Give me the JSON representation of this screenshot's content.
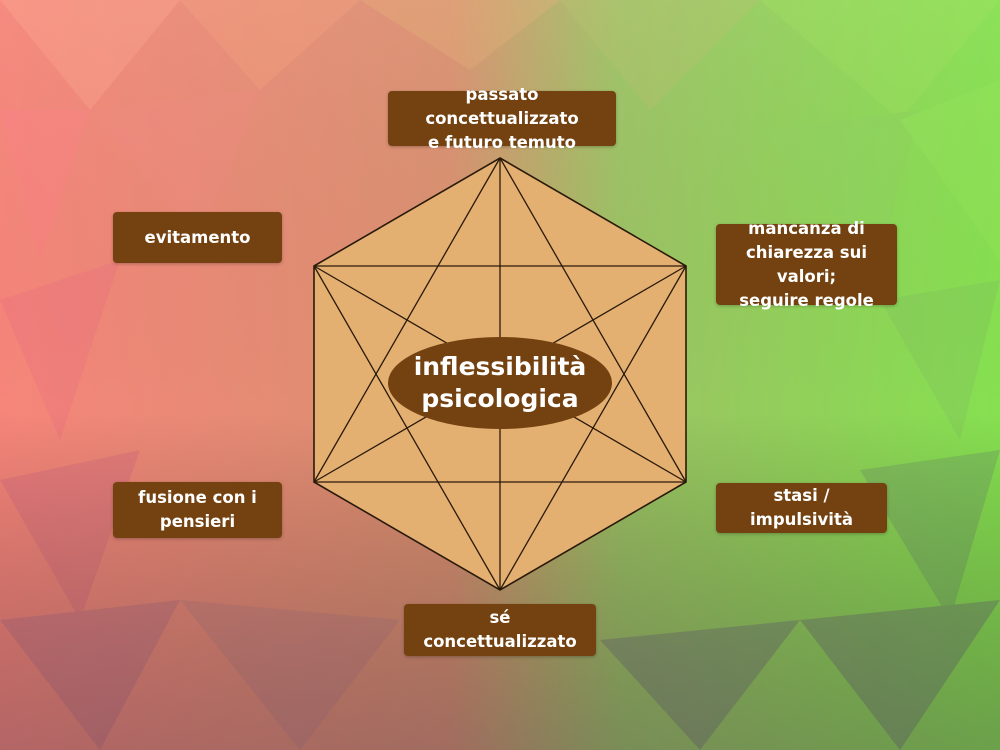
{
  "colors": {
    "hexagon_fill": "#e4b072",
    "hexagon_stroke": "#2a1a0a",
    "box_fill": "#744211",
    "center_fill": "#744211",
    "text": "#ffffff"
  },
  "center": {
    "line1": "inflessibilità",
    "line2": "psicologica"
  },
  "processes": {
    "top": {
      "line1": "passato concettualizzato",
      "line2": "e futuro temuto"
    },
    "upper_right": {
      "line1": "mancanza di",
      "line2": "chiarezza sui valori;",
      "line3": "seguire regole"
    },
    "lower_right": {
      "line1": "stasi / impulsività"
    },
    "bottom": {
      "line1": "sé concettualizzato"
    },
    "lower_left": {
      "line1": "fusione con i",
      "line2": "pensieri"
    },
    "upper_left": {
      "line1": "evitamento"
    }
  }
}
